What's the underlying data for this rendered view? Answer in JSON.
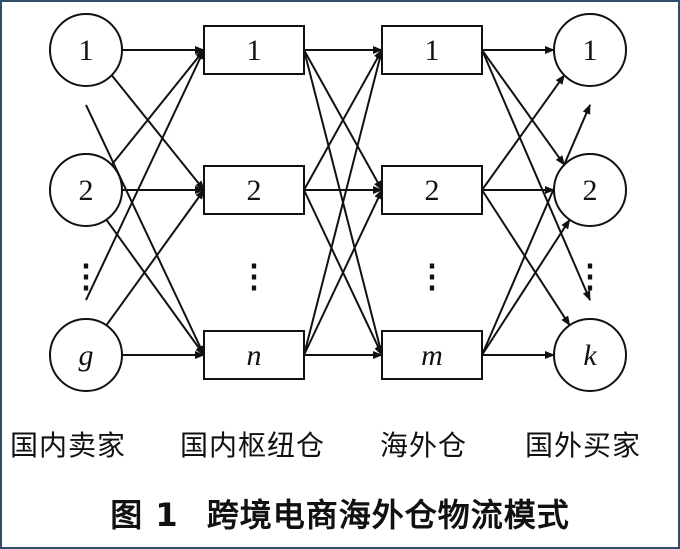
{
  "columns": [
    {
      "id": "sellers",
      "label": "国内卖家",
      "shape": "circle",
      "nodes": [
        "1",
        "2",
        "g"
      ]
    },
    {
      "id": "hubs",
      "label": "国内枢纽仓",
      "shape": "box",
      "nodes": [
        "1",
        "2",
        "n"
      ]
    },
    {
      "id": "overseas",
      "label": "海外仓",
      "shape": "box",
      "nodes": [
        "1",
        "2",
        "m"
      ]
    },
    {
      "id": "buyers",
      "label": "国外买家",
      "shape": "circle",
      "nodes": [
        "1",
        "2",
        "k"
      ]
    }
  ],
  "ellipsis": "⋮",
  "caption": {
    "number": "图 1",
    "title": "跨境电商海外仓物流模式"
  }
}
